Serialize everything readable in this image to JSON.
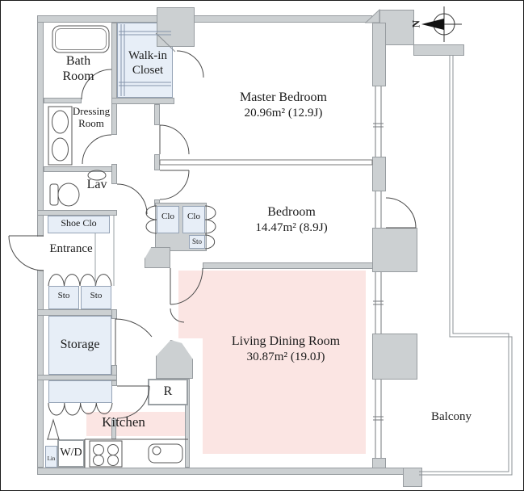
{
  "colors": {
    "wall": "#ccd0d2",
    "closet_fill": "#e7eef7",
    "room_fill": "#fbe5e3",
    "outline": "#979ca0"
  },
  "compass": {
    "north_label": "N"
  },
  "rooms": {
    "bath": {
      "label": "Bath\nRoom"
    },
    "walk_in_closet": {
      "label": "Walk-in\nCloset"
    },
    "dressing_room": {
      "label": "Dressing\nRoom"
    },
    "lavatory": {
      "label": "Lav"
    },
    "shoe_closet": {
      "label": "Shoe Clo"
    },
    "entrance": {
      "label": "Entrance"
    },
    "storage": {
      "label": "Storage"
    },
    "kitchen": {
      "label": "Kitchen"
    },
    "master_bedroom": {
      "name": "Master Bedroom",
      "area": "20.96m²  (12.9J)"
    },
    "bedroom": {
      "name": "Bedroom",
      "area": "14.47m²  (8.9J)"
    },
    "living_dining": {
      "name": "Living Dining Room",
      "area": "30.87m²  (19.0J)"
    },
    "balcony": {
      "label": "Balcony"
    }
  },
  "closets": {
    "sto_entrance_left": {
      "label": "Sto"
    },
    "sto_entrance_right": {
      "label": "Sto"
    },
    "clo_hall": {
      "label": "Clo"
    },
    "clo_bedroom": {
      "label": "Clo"
    },
    "sto_bedroom": {
      "label": "Sto"
    },
    "linen": {
      "label": "Lin"
    }
  },
  "appliances": {
    "washer_dryer": {
      "label": "W/D"
    },
    "refrigerator": {
      "label": "R"
    }
  }
}
